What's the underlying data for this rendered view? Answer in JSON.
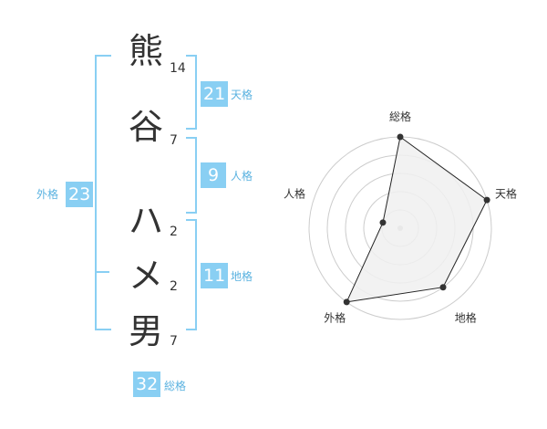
{
  "name_chars": [
    {
      "char": "熊",
      "strokes": "14"
    },
    {
      "char": "谷",
      "strokes": "7"
    },
    {
      "char": "ハ",
      "strokes": "2"
    },
    {
      "char": "メ",
      "strokes": "2"
    },
    {
      "char": "男",
      "strokes": "7"
    }
  ],
  "fortunes": {
    "tenkaku": {
      "value": "21",
      "label": "天格"
    },
    "jinkaku": {
      "value": "9",
      "label": "人格"
    },
    "chikaku": {
      "value": "11",
      "label": "地格"
    },
    "gaikaku": {
      "value": "23",
      "label": "外格"
    },
    "soukaku": {
      "value": "32",
      "label": "総格"
    }
  },
  "radar": {
    "axes": [
      "総格",
      "天格",
      "地格",
      "外格",
      "人格"
    ],
    "levels": [
      5,
      5,
      4,
      5,
      1
    ],
    "max": 5
  },
  "colors": {
    "accent": "#89cff3",
    "accent_text": "#5ab2e0",
    "radar_fill": "#f0f0f0",
    "radar_grid": "#cccccc",
    "text": "#333333"
  }
}
